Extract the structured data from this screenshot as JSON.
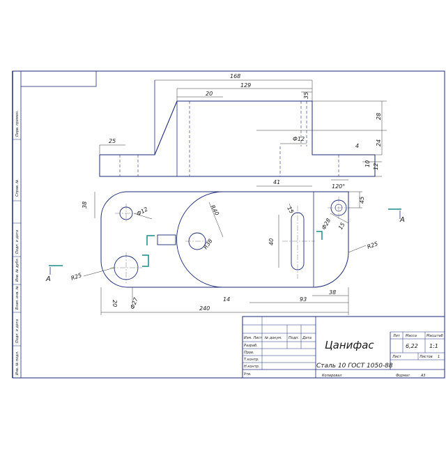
{
  "title_block": {
    "part_name": "Цанифас",
    "material": "Сталь 10  ГОСТ 1050-88",
    "scale": "1:1",
    "mass": "6,22",
    "col_lit": "Лит",
    "col_mass": "Масса",
    "col_scale": "Масштаб",
    "row_izm": "Изм. Лист",
    "row_razrab": "Разраб.",
    "row_prov": "Пров.",
    "row_tkontr": "Т.контр.",
    "row_nkontr": "Н.контр.",
    "row_utv": "Утв.",
    "col_ndokum": "№ докум.",
    "col_podp": "Подп.",
    "col_data": "Дата",
    "sheet_label": "Лист",
    "sheets_label": "Листов",
    "sheets_count": "1",
    "copied": "Копировал",
    "format": "Формат",
    "format_value": "A3"
  },
  "side_stamps": [
    "Перв. примен.",
    "Справ. №",
    "Подп. и дата",
    "Инв. № дубл.",
    "Взам. инв. №",
    "Подп. и дата",
    "Инв. № подл."
  ],
  "top_view": {
    "dims": {
      "overall_length": "168",
      "inner_length": "129",
      "boss_width": "20",
      "slot_width": "35",
      "flange_width": "25",
      "boss_height": "28",
      "height_24": "24",
      "hole_dia": "Ф12",
      "depth_4": "4",
      "thickness_10": "10",
      "thickness_12": "12"
    }
  },
  "front_view": {
    "dims": {
      "corner_r38": "38",
      "hole_d12": "Ф12",
      "arc_r40": "R40",
      "arc_r38": "R38",
      "slot_width_15": "15",
      "slot_length_40": "40",
      "offset_41": "41",
      "angle_120": "120°",
      "dim_45": "45",
      "dim_28": "Ф28",
      "dim_15b": "15",
      "r25_left": "R25",
      "r25_right": "R25",
      "hole_d27": "Ф27",
      "dim_20": "20",
      "overall_240": "240",
      "dim_14": "14",
      "dim_93": "93",
      "dim_38": "38"
    },
    "section_label_left": "А",
    "section_label_right": "А"
  },
  "colors": {
    "line": "#1a2a7a",
    "thin": "#555555",
    "accent": "#1a8a8a"
  }
}
